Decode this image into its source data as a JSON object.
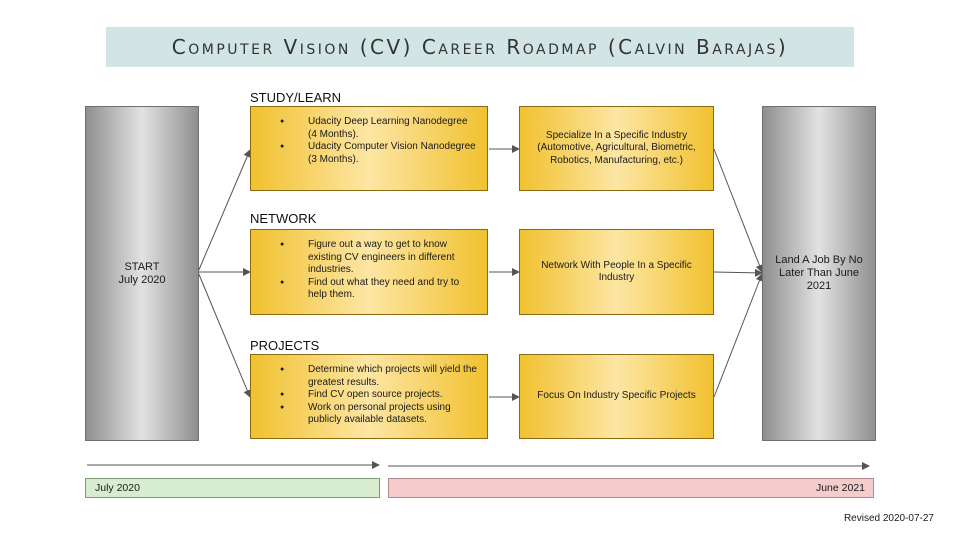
{
  "title": "Computer Vision (CV) Career Roadmap (Calvin Barajas)",
  "start": {
    "line1": "START",
    "line2": "July 2020"
  },
  "end": {
    "text": "Land A Job By No Later Than June 2021"
  },
  "sections": [
    {
      "label": "STUDY/LEARN",
      "bullets": [
        "Udacity Deep Learning Nanodegree (4 Months).",
        "Udacity Computer Vision Nanodegree (3 Months)."
      ],
      "next": "Specialize In a Specific Industry (Automotive, Agricultural, Biometric, Robotics, Manufacturing, etc.)"
    },
    {
      "label": "NETWORK",
      "bullets": [
        "Figure out a way to get to know existing CV engineers in different industries.",
        "Find out what they need and try to help them."
      ],
      "next": "Network With People In a Specific Industry"
    },
    {
      "label": "PROJECTS",
      "bullets": [
        "Determine which projects will yield the greatest results.",
        "Find CV open source projects.",
        "Work on personal projects using publicly available datasets."
      ],
      "next": "Focus On Industry Specific  Projects"
    }
  ],
  "timeline": {
    "start_label": "July 2020",
    "end_label": "June 2021"
  },
  "revised": "Revised 2020-07-27",
  "colors": {
    "title_bg": "#d2e4e3",
    "yellow": "#f1c12f",
    "green": "#d8ecd0",
    "red": "#f5cbcb",
    "gray": "#8f8f8f"
  }
}
